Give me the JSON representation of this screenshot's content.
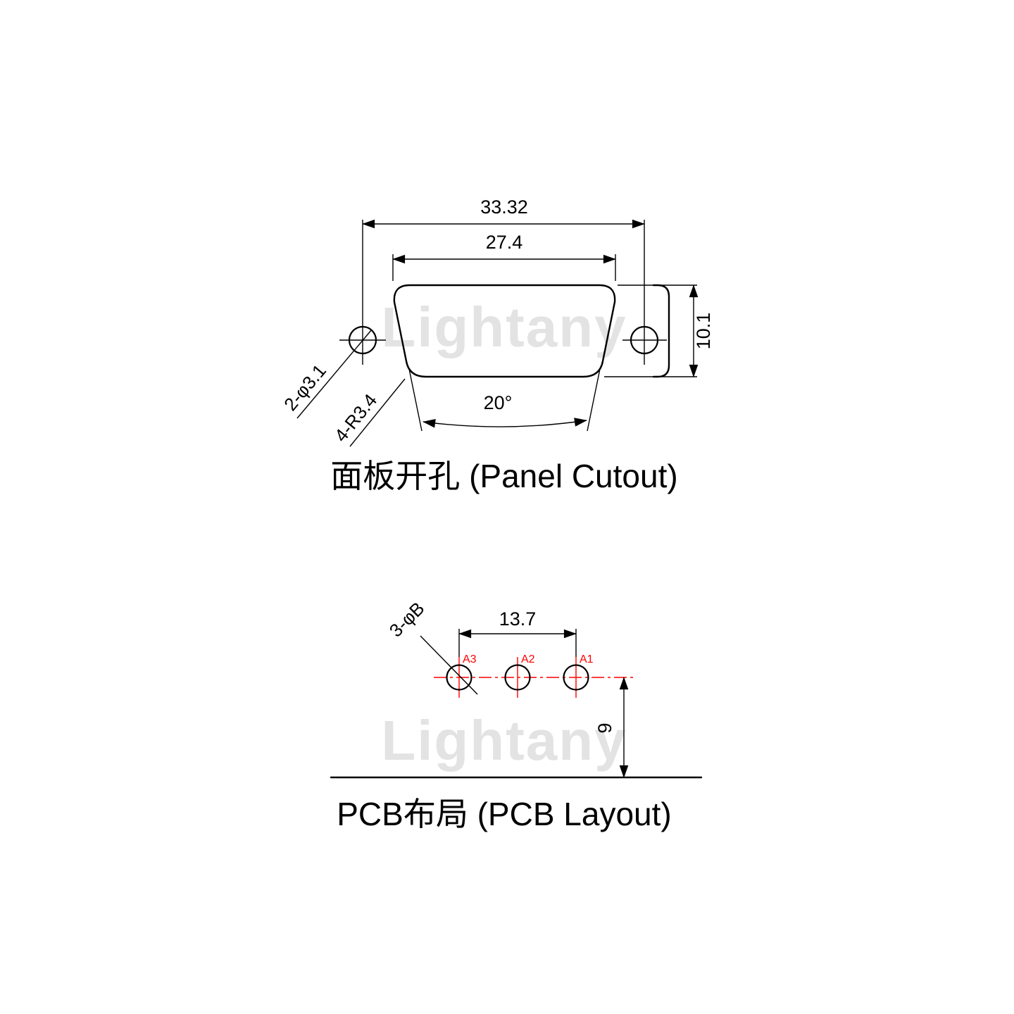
{
  "watermark": "Lightany",
  "colors": {
    "line": "#000000",
    "accent_red": "#ff0000",
    "watermark": "#e3e3e3"
  },
  "panel_cutout": {
    "title": "面板开孔 (Panel Cutout)",
    "dim_overall_width": "33.32",
    "dim_cutout_width": "27.4",
    "dim_height": "10.1",
    "label_mount_holes": "2-φ3.1",
    "label_corner_radius": "4-R3.4",
    "dim_side_angle": "20°"
  },
  "pcb_layout": {
    "title": "PCB布局 (PCB Layout)",
    "dim_pin_span": "13.7",
    "label_holes": "3-φB",
    "dim_edge_distance": "9",
    "pin_labels": [
      "A3",
      "A2",
      "A1"
    ]
  }
}
